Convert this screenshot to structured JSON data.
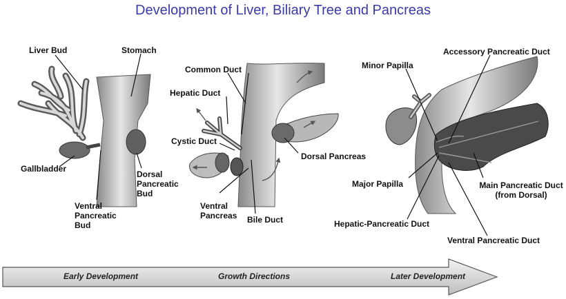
{
  "title": "Development of Liver, Biliary Tree and Pancreas",
  "panel1": {
    "liver_bud": "Liver Bud",
    "stomach": "Stomach",
    "gallbladder": "Gallbladder",
    "dorsal_bud": [
      "Dorsal",
      "Pancreatic",
      "Bud"
    ],
    "ventral_bud": [
      "Ventral",
      "Pancreatic",
      "Bud"
    ]
  },
  "panel2": {
    "common_duct": "Common Duct",
    "hepatic_duct": "Hepatic Duct",
    "cystic_duct": "Cystic Duct",
    "dorsal_pancreas": "Dorsal Pancreas",
    "ventral_pancreas": [
      "Ventral",
      "Pancreas"
    ],
    "bile_duct": "Bile Duct"
  },
  "panel3": {
    "accessory_duct": "Accessory Pancreatic Duct",
    "minor_papilla": "Minor Papilla",
    "major_papilla": "Major Papilla",
    "main_duct": [
      "Main Pancreatic Duct",
      "(from Dorsal)"
    ],
    "hepatic_pancreatic_duct": "Hepatic-Pancreatic Duct",
    "ventral_duct": "Ventral Pancreatic Duct"
  },
  "timeline": {
    "early": "Early Development",
    "growth": "Growth Directions",
    "later": "Later Development"
  }
}
